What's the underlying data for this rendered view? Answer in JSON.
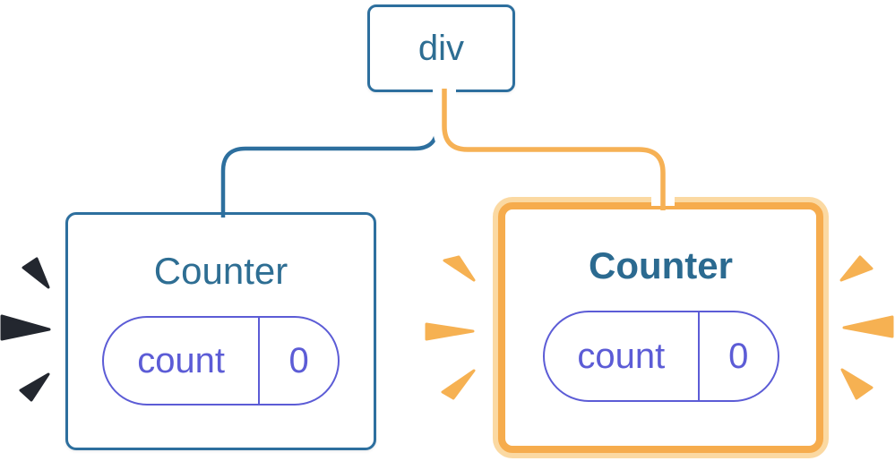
{
  "diagram": {
    "description": "React render tree: div root with two Counter children, right child highlighted",
    "root": {
      "label": "div"
    },
    "children": [
      {
        "title": "Counter",
        "state_key": "count",
        "state_value": "0",
        "highlighted": false
      },
      {
        "title": "Counter",
        "state_key": "count",
        "state_value": "0",
        "highlighted": true
      }
    ],
    "colors": {
      "node_border_blue": "#2D6F9E",
      "title_blue": "#2E6E93",
      "title_blue_bold": "#2B6A90",
      "pill_purple": "#5C5CD6",
      "highlight_orange": "#F6AC4D",
      "highlight_orange_light": "#FBD9A2",
      "edge_orange": "#F6B155",
      "edge_blue": "#2D6F9E",
      "spark_dark": "#23272F",
      "spark_orange": "#F6B152",
      "background": "#FFFFFF"
    },
    "icons": {
      "left_sparks": "spark-burst-icon",
      "right_sparks": "spark-burst-icon"
    }
  }
}
